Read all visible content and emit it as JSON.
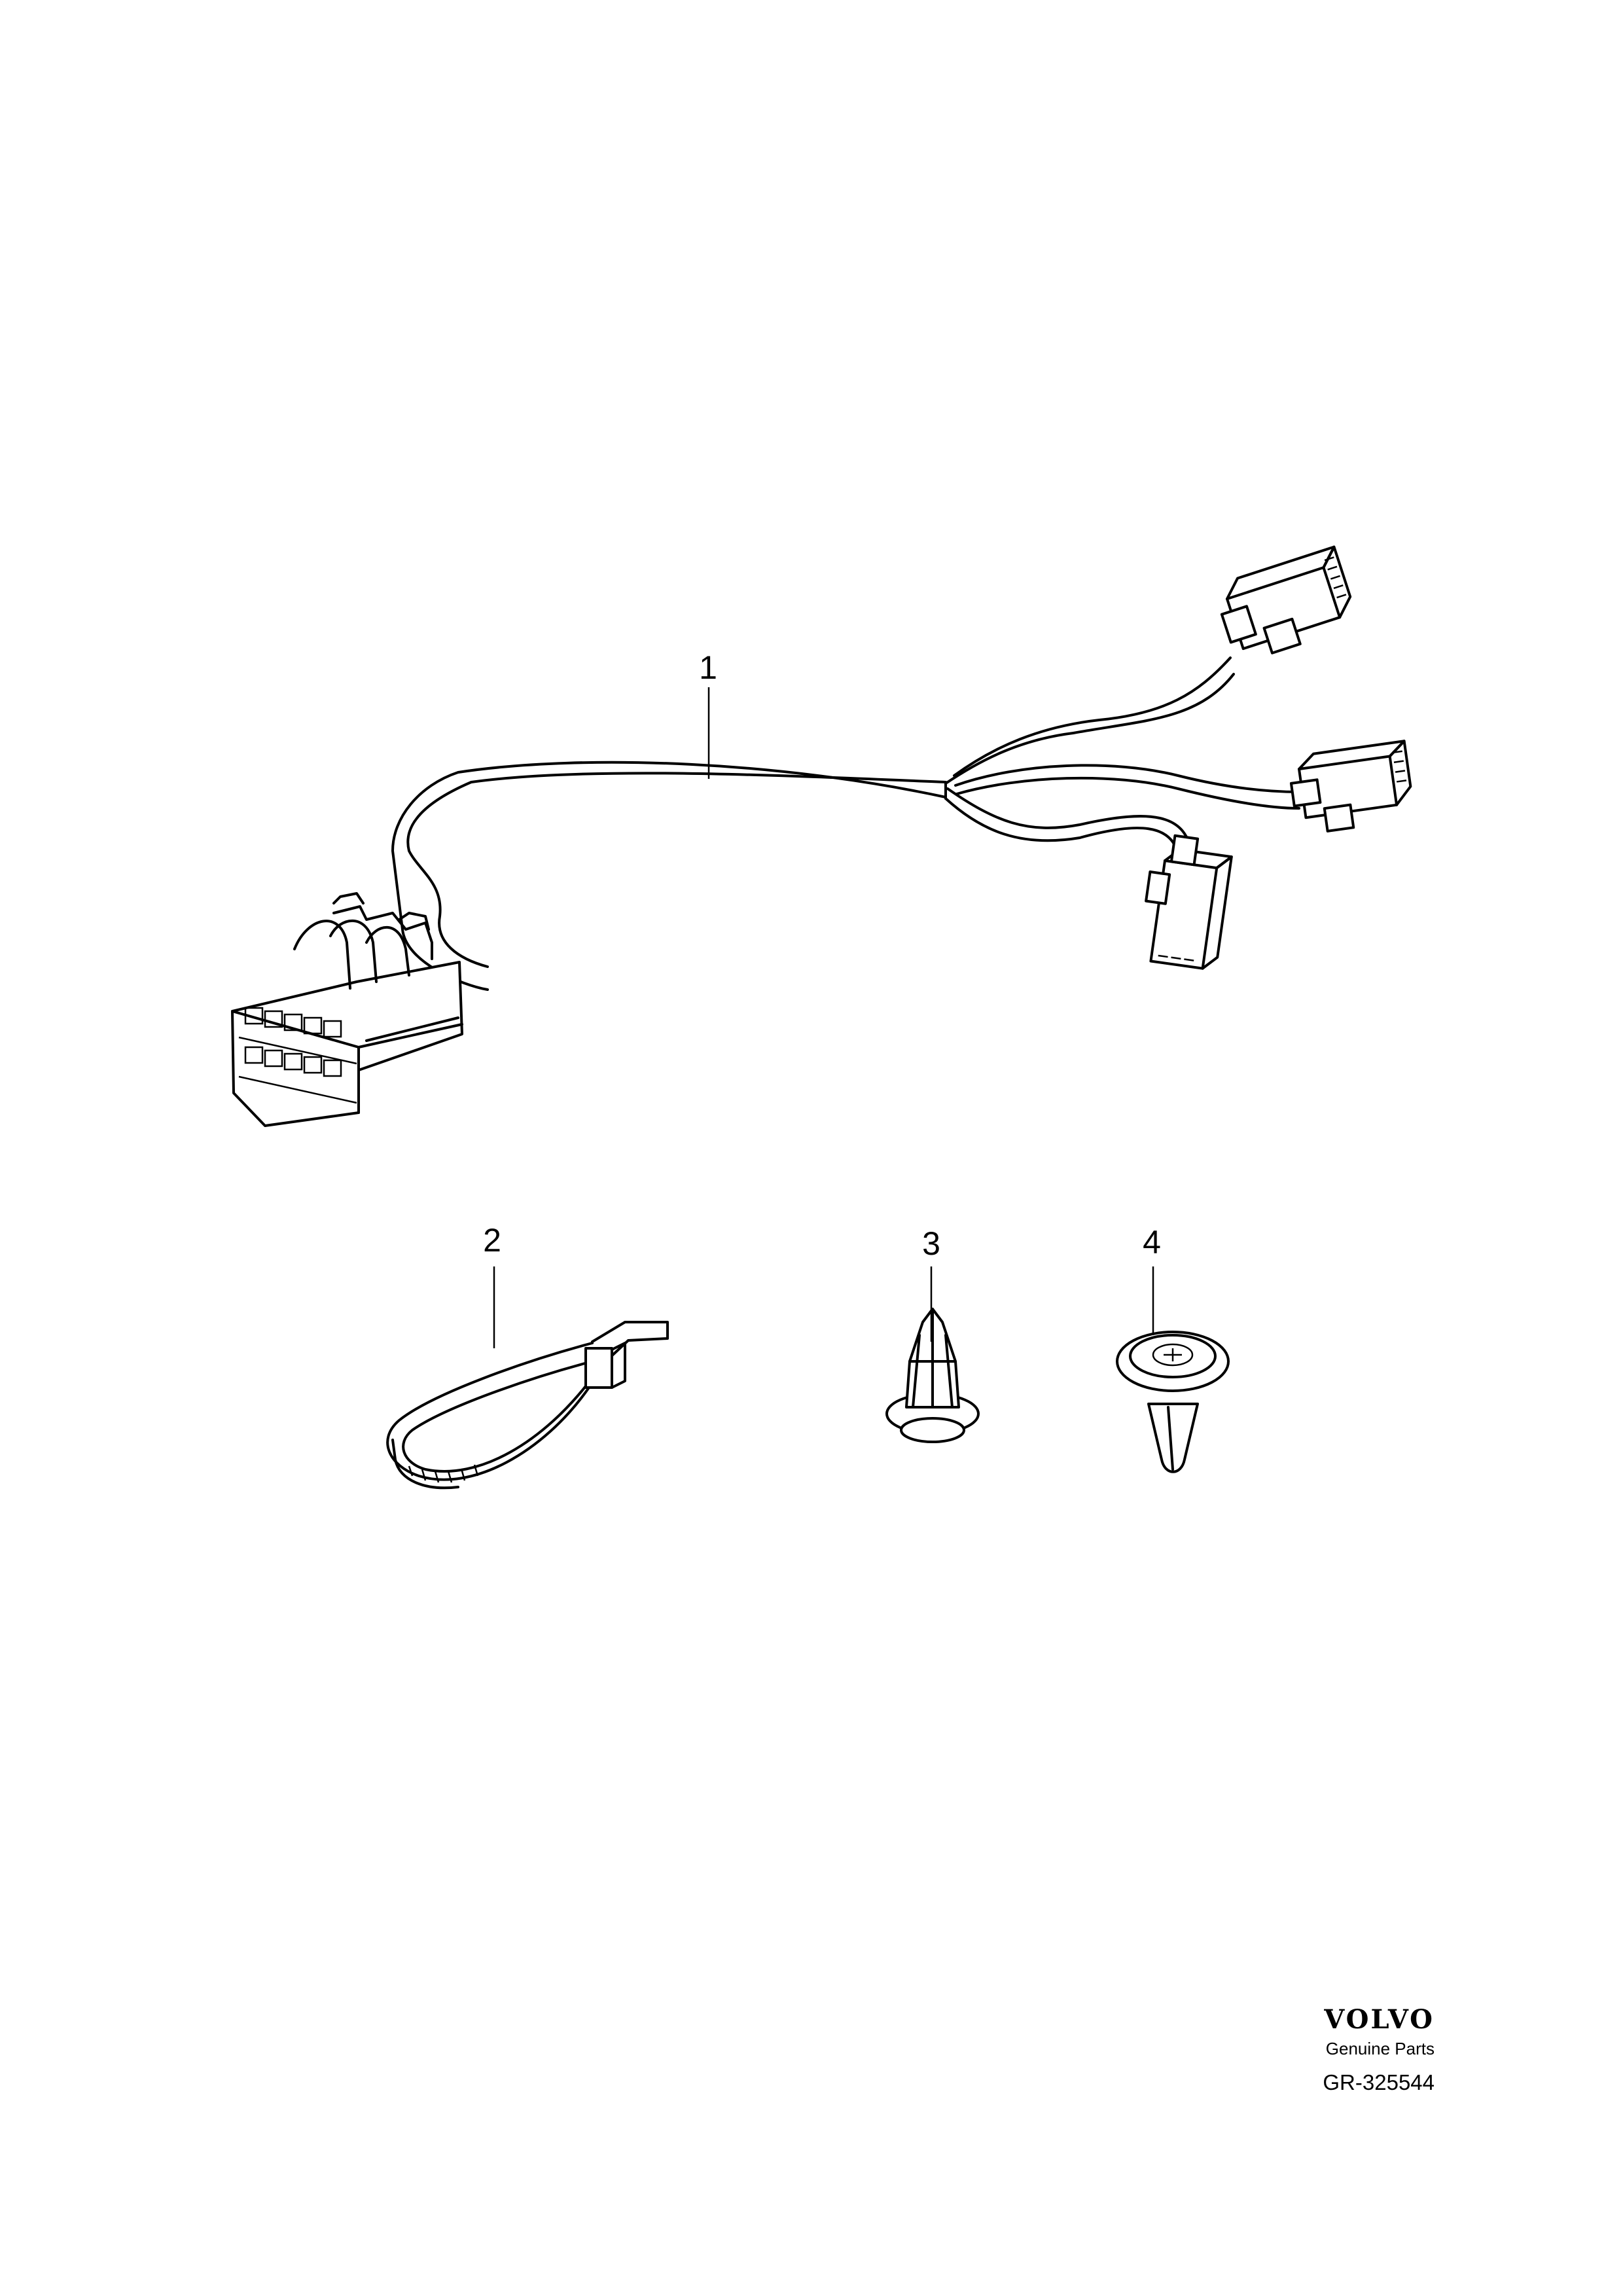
{
  "parts": [
    {
      "callout": "1",
      "drawing": "wiring-harness"
    },
    {
      "callout": "2",
      "drawing": "cable-tie"
    },
    {
      "callout": "3",
      "drawing": "push-clip"
    },
    {
      "callout": "4",
      "drawing": "rivet-clip"
    }
  ],
  "footer": {
    "logo": "VOLVO",
    "tagline": "Genuine Parts",
    "reference": "GR-325544"
  }
}
